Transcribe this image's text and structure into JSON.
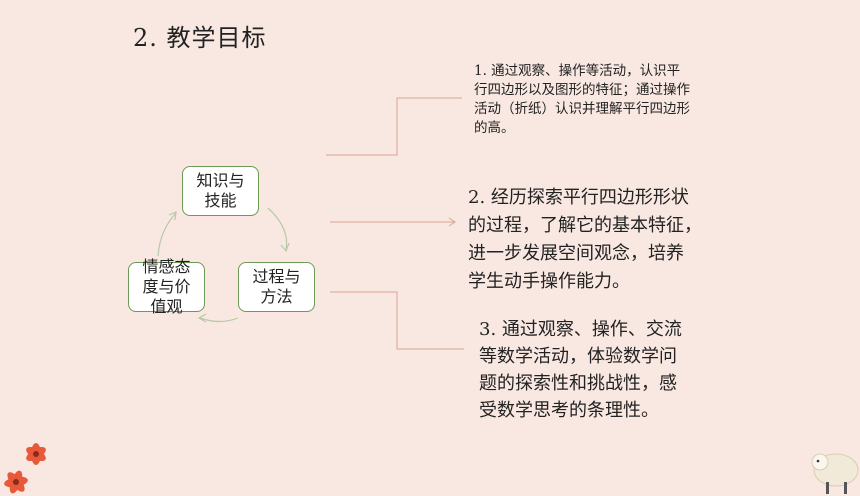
{
  "slide": {
    "title": "2. 教学目标",
    "cycle": {
      "knowledge": "知识与\n技能",
      "process": "过程与\n方法",
      "attitude": "情感态\n度与价\n值观"
    },
    "goals": [
      "1. 通过观察、操作等活动，认识平\n行四边形以及图形的特征；通过操作\n活动（折纸）认识并理解平行四边形\n的高。",
      "2. 经历探索平行四边形形状\n的过程，了解它的基本特征，\n进一步发展空间观念，培养\n学生动手操作能力。",
      "3. 通过观察、操作、交流\n等数学活动，体验数学问\n题的探索性和挑战性，感\n受数学思考的条理性。"
    ]
  },
  "colors": {
    "background": "#f9e8e2",
    "box_border": "#6a9a55",
    "connector": "#d9a48f",
    "flower": "#e8593a"
  }
}
